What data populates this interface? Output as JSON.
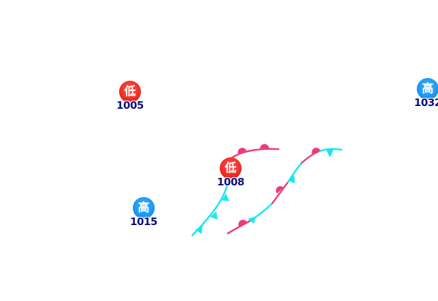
{
  "centers": [
    {
      "type": "low",
      "label": "低",
      "pressure": "1005"
    },
    {
      "type": "high",
      "label": "高",
      "pressure": "1032"
    },
    {
      "type": "low",
      "label": "低",
      "pressure": "1008"
    },
    {
      "type": "high",
      "label": "高",
      "pressure": "1015"
    }
  ],
  "fronts": [
    {
      "type": "warm"
    },
    {
      "type": "cold"
    },
    {
      "type": "stationary"
    }
  ],
  "colors": {
    "low_center": "#e8241d",
    "high_center": "#1692f0",
    "pressure_text": "#12127a",
    "warm_front": "#ec3b7d",
    "cold_front": "#17e8f0"
  }
}
